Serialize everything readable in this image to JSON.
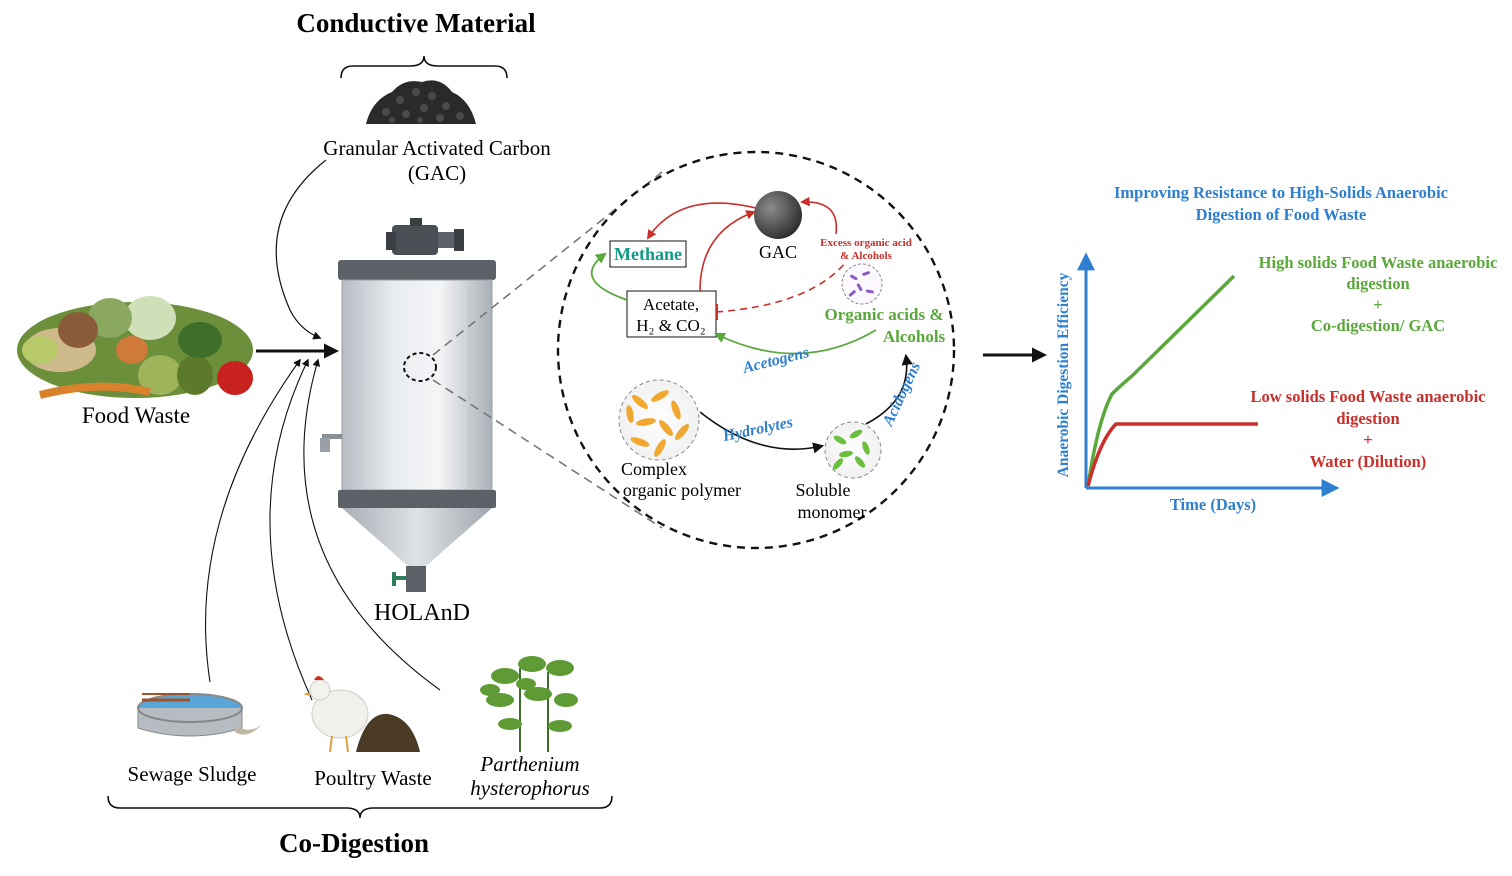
{
  "title_top": "Conductive Material",
  "gac_label_line1": "Granular Activated Carbon",
  "gac_label_line2": "(GAC)",
  "food_waste_label": "Food Waste",
  "reactor_label": "HOLAnD",
  "codigestion_title": "Co-Digestion",
  "cosubstrates": {
    "sewage": "Sewage Sludge",
    "poultry": "Poultry Waste",
    "parthenium_line1": "Parthenium",
    "parthenium_line2": "hysterophorus"
  },
  "pathway": {
    "methane": "Methane",
    "gac": "GAC",
    "excess_line1": "Excess organic acid",
    "excess_line2": "& Alcohols",
    "acetate_line1": "Acetate,",
    "acetate_line2": "H₂ & CO₂",
    "organic_acids_line1": "Organic acids &",
    "organic_acids_line2": "Alcohols",
    "acetogens": "Acetogens",
    "hydrolytes": "Hydrolytes",
    "acidogens": "Acidogens",
    "complex_line1": "Complex",
    "complex_line2": "organic polymer",
    "soluble_line1": "Soluble",
    "soluble_line2": "monomer"
  },
  "graph": {
    "title_line1": "Improving Resistance to High-Solids Anaerobic",
    "title_line2": "Digestion of Food Waste",
    "ylabel": "Anaerobic Digestion Efficiency",
    "xlabel": "Time (Days)",
    "high_line1": "High solids Food Waste anaerobic",
    "high_line2": "digestion",
    "high_line3": "+",
    "high_line4": "Co-digestion/ GAC",
    "low_line1": "Low solids Food Waste anaerobic",
    "low_line2": "digestion",
    "low_line3": "+",
    "low_line4": "Water (Dilution)"
  },
  "colors": {
    "blue": "#2e7fd0",
    "green": "#5aa83a",
    "red": "#c9302c",
    "teal": "#149a8a",
    "dark": "#111111"
  }
}
